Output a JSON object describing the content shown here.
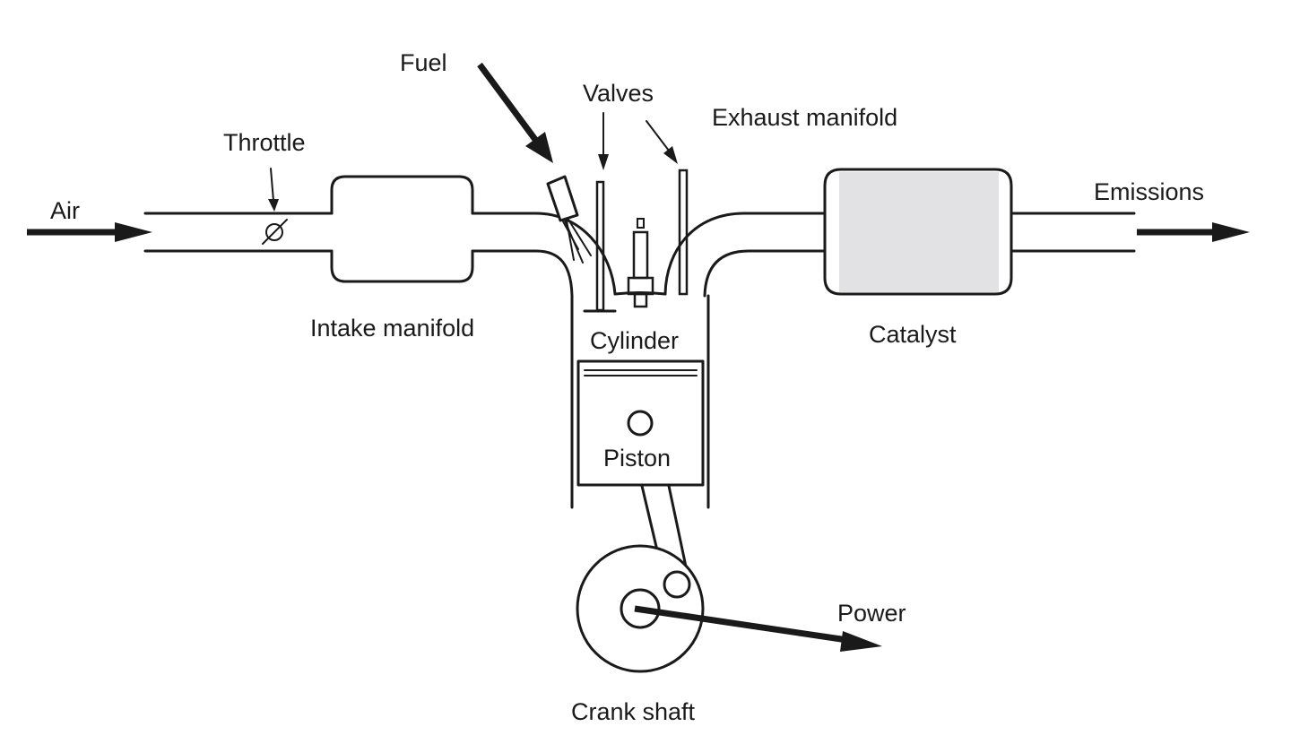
{
  "labels": {
    "fuel": "Fuel",
    "valves": "Valves",
    "exhaust_manifold": "Exhaust manifold",
    "throttle": "Throttle",
    "air": "Air",
    "emissions": "Emissions",
    "intake_manifold": "Intake manifold",
    "cylinder": "Cylinder",
    "catalyst": "Catalyst",
    "piston": "Piston",
    "power": "Power",
    "crank_shaft": "Crank shaft"
  },
  "colors": {
    "line": "#1a1a1a",
    "catalyst_fill": "#e2e2e4",
    "background": "#ffffff"
  }
}
